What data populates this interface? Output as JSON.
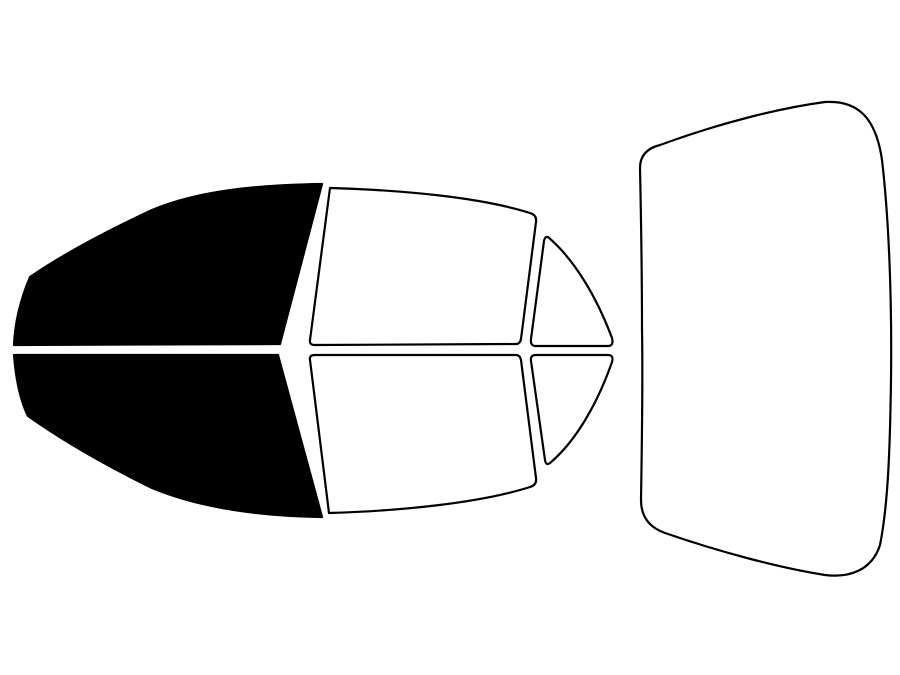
{
  "colors": {
    "background": "#ffffff",
    "outline": "#000000",
    "tinted_fill": "#000000",
    "untinted_fill": "#ffffff"
  },
  "windows": [
    {
      "name": "front-driver-side-window",
      "tinted": true
    },
    {
      "name": "front-passenger-side-window",
      "tinted": true
    },
    {
      "name": "rear-driver-side-window",
      "tinted": false
    },
    {
      "name": "rear-passenger-side-window",
      "tinted": false
    },
    {
      "name": "rear-driver-quarter-window",
      "tinted": false
    },
    {
      "name": "rear-passenger-quarter-window",
      "tinted": false
    },
    {
      "name": "rear-windshield",
      "tinted": false
    }
  ]
}
